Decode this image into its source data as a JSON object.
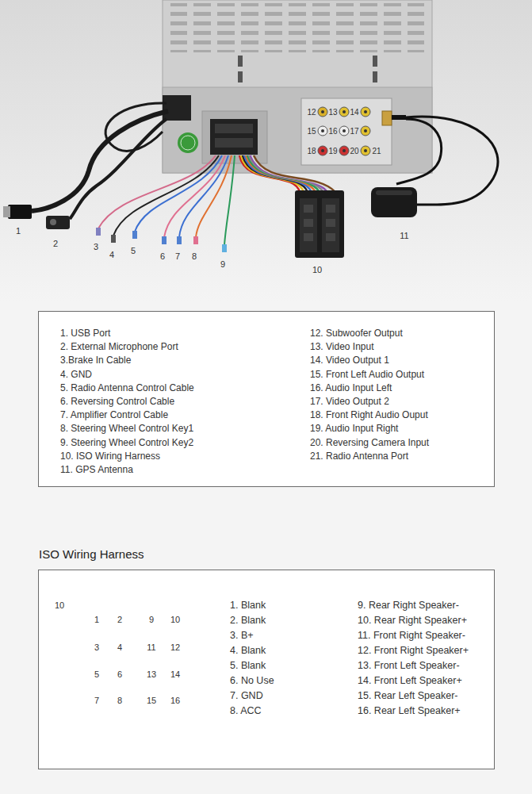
{
  "diagram": {
    "nodes": [
      {
        "text": [
          "1. USB Port",
          "2. External Microphone Port",
          "3.Brake In Cable",
          "4. GND",
          "5. Radio Antenna Control Cable",
          "6. Reversing Control Cable",
          "7. Amplifier Control Cable",
          "8. Steering Wheel Control Key1",
          "9. Steering Wheel Control Key2",
          "10. ISO Wiring Harness",
          "11. GPS Antenna",
          "12. Subwoofer Output",
          "13. Video Input",
          "14. Video Output 1",
          "15. Front Left Audio Output",
          "16. Audio Input Left",
          "17. Video Output 2",
          "18. Front Right Audio Ouput",
          "19. Audio Input Right",
          "20. Reversing Camera Input",
          "21. Radio Antenna Port"
        ]
      },
      {
        "text": [
          "ISO Wiring Harness",
          "1. Blank",
          "2. Blank",
          "3. B+",
          "4. Blank",
          "5. Blank",
          "6. No Use",
          "7. GND",
          "8. ACC",
          "9. Rear Right Speaker-",
          "10. Rear Right Speaker+",
          "11. Front Right Speaker-",
          "12. Front Right Speaker+",
          "13. Front Left Speaker-",
          "14. Front Left Speaker+",
          "15. Rear Left Speaker-",
          "16. Rear Left Speaker+"
        ]
      }
    ],
    "labels": [
      "1",
      "2",
      "3",
      "4",
      "5",
      "6",
      "7",
      "8",
      "9",
      "10",
      "11",
      "12",
      "13",
      "14",
      "15",
      "16",
      "17",
      "18",
      "19",
      "20",
      "21",
      "10",
      "1",
      "2",
      "3",
      "4",
      "5",
      "6",
      "7",
      "8",
      "9",
      "10",
      "11",
      "12",
      "13",
      "14",
      "15",
      "16"
    ]
  }
}
